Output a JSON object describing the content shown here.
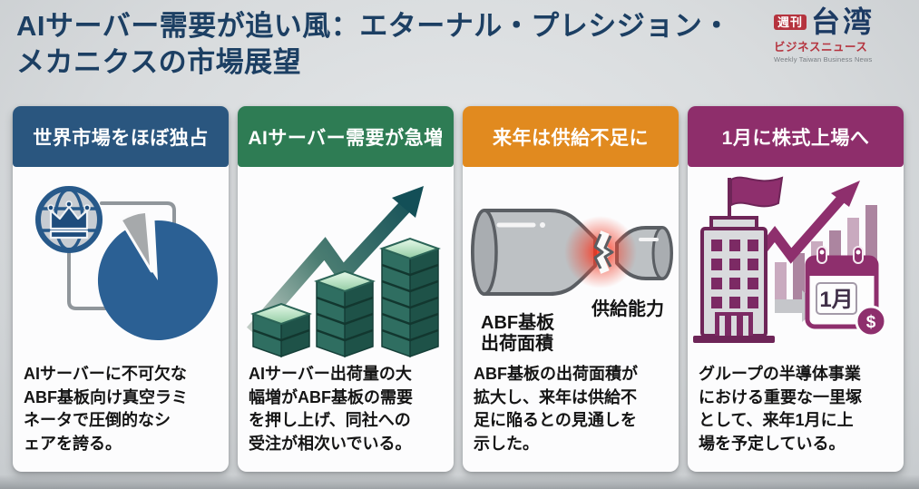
{
  "title": {
    "line1": "AIサーバー需要が追い風：エターナル・プレシジョン・",
    "line2": "メカニクスの市場展望"
  },
  "logo": {
    "badge": "週刊",
    "name": "台湾",
    "subtitle": "ビジネスニュース",
    "subtitle_en": "Weekly Taiwan Business News"
  },
  "palette": {
    "title_navy": "#1c3f63",
    "logo_red": "#b5333e",
    "card1_header_blue": "#2a567f",
    "card2_header_green": "#2e7c54",
    "card3_header_orange": "#e18a1f",
    "card4_header_purple": "#8e2e6b",
    "pie_blue": "#2b6094",
    "pie_gray_slice": "#a6a9ab",
    "server_teal": "#2f6e61",
    "arrow_teal_dark": "#134f57",
    "bottle_gray": "#bdc1c4",
    "glow_red": "#ff2a12",
    "background_gray": "#d8dbdd"
  },
  "cards": [
    {
      "header": "世界市場をほぼ独占",
      "icons": [
        "globe-crown-icon",
        "pie-chart"
      ],
      "body": "AIサーバーに不可欠な\nABF基板向け真空ラミ\nネータで圧倒的なシ\nェアを誇る。"
    },
    {
      "header": "AIサーバー需要が急増",
      "icons": [
        "growth-arrow-icon",
        "server-stack"
      ],
      "body": "AIサーバー出荷量の大\n幅増がABF基板の需要\nを押し上げ、同社への\n受注が相次いでいる。"
    },
    {
      "header": "来年は供給不足に",
      "icons": [
        "bottleneck-illustration"
      ],
      "labels": {
        "left_line1": "ABF基板",
        "left_line2": "出荷面積",
        "right": "供給能力"
      },
      "body": "ABF基板の出荷面積が\n拡大し、来年は供給不\n足に陥るとの見通しを\n示した。"
    },
    {
      "header": "1月に株式上場へ",
      "icons": [
        "office-building-icon",
        "flag-icon",
        "growth-arrow-icon",
        "calendar-icon",
        "dollar-coin-icon"
      ],
      "labels": {
        "calendar": "1月",
        "coin": "$"
      },
      "body": "グループの半導体事業\nにおける重要な一里塚\nとして、来年1月に上\n場を予定している。"
    }
  ]
}
